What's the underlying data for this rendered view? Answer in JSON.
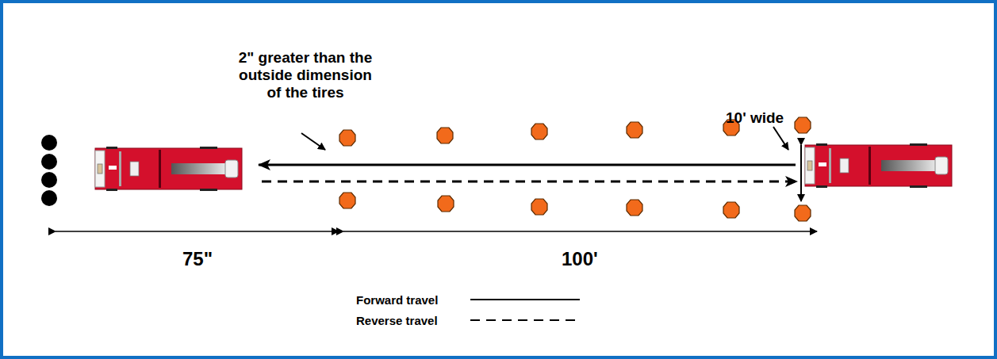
{
  "diagram": {
    "labels": [
      "2\" greater than the outside dimension of the tires",
      "10' wide",
      "75\"",
      "100'"
    ],
    "legend": [
      {
        "text": "Forward travel"
      },
      {
        "text": "Reverse travel"
      }
    ]
  }
}
